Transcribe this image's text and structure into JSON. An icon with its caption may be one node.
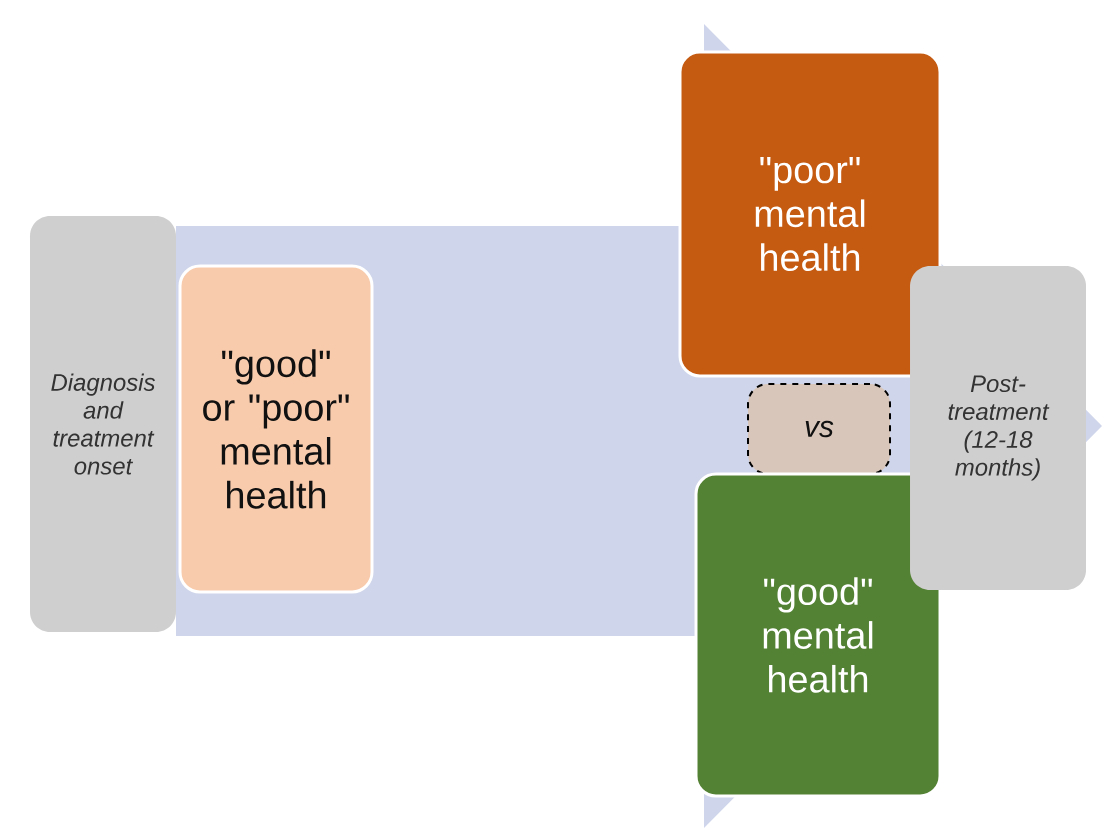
{
  "diagram": {
    "nodes": [
      {
        "text": [
          "Diagnosis and treatment onset"
        ]
      },
      {
        "text": [
          "\"good\" or \"poor\" mental health"
        ]
      },
      {
        "text": [
          "\"poor\" mental health"
        ]
      },
      {
        "text": [
          "vs"
        ]
      },
      {
        "text": [
          "\"good\" mental health"
        ]
      },
      {
        "text": [
          "Post-treatment (12-18 months)"
        ]
      }
    ],
    "edges": [
      {
        "from": 0,
        "to": 5,
        "arrow": "to"
      }
    ]
  }
}
